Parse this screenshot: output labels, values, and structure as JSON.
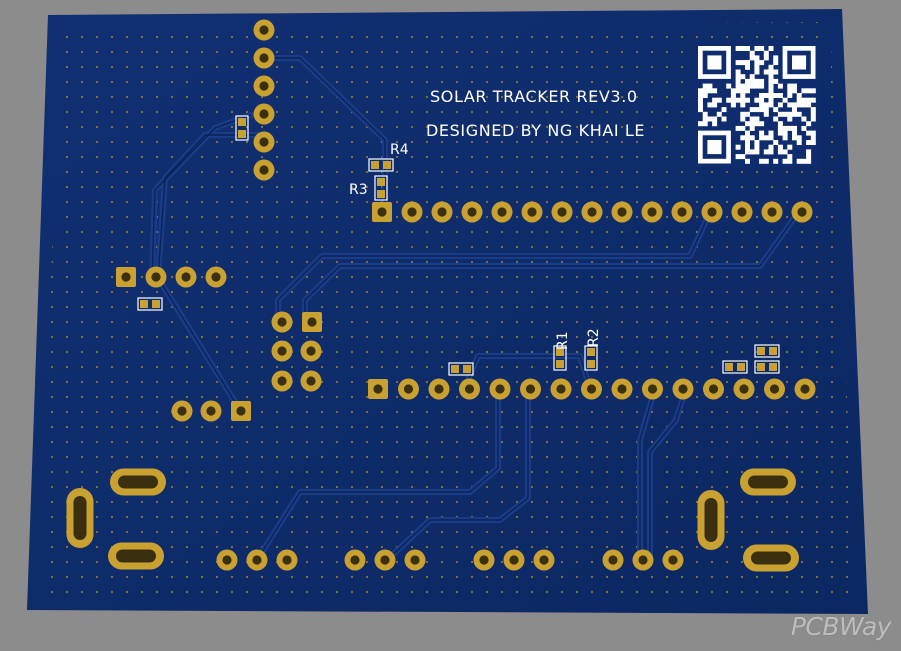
{
  "board": {
    "title_line1": "SOLAR TRACKER REV3.0",
    "title_line2": "DESIGNED BY NG KHAI LE",
    "refs": {
      "r1": "R1",
      "r2": "R2",
      "r3": "R3",
      "r4": "R4"
    }
  },
  "watermark": "PCBWay",
  "colors": {
    "background": "#8c8c8c",
    "board": "#0f2c6e",
    "trace": "#1a3c86",
    "pad": "#c9a130",
    "hole": "#3a3010",
    "silkscreen": "#ffffff"
  }
}
